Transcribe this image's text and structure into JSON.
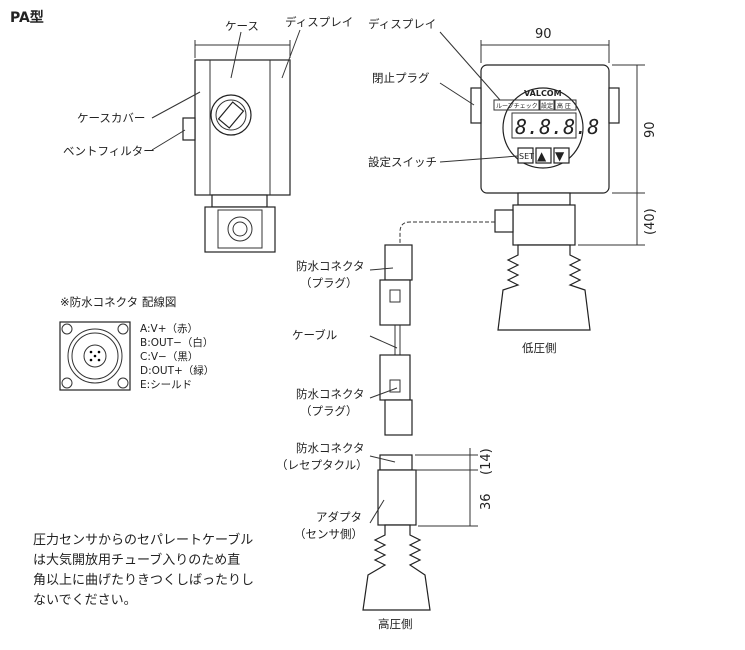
{
  "title": "PA型",
  "side_view": {
    "case": "ケース",
    "display": "ディスプレイ",
    "case_cover": "ケースカバー",
    "vent_filter": "ベントフィルター"
  },
  "front_view": {
    "display": "ディスプレイ",
    "stop_plug": "閉止プラグ",
    "setting_switch": "設定スイッチ",
    "width_dim": "90",
    "height_dim": "90",
    "lower_dim": "(40)",
    "low_pressure_side": "低圧側",
    "panel": {
      "brand": "VALCOM",
      "loop_check": "ループチェック",
      "setting": "設定",
      "high_low": "高 圧",
      "digits": "8.8.8.8",
      "set_button": "SET",
      "up_button": "▲",
      "down_button": "▼"
    }
  },
  "cable_assembly": {
    "connector_plug_1": "防水コネクタ",
    "plug_1_sub": "（プラグ）",
    "cable": "ケーブル",
    "connector_plug_2": "防水コネクタ",
    "plug_2_sub": "（プラグ）",
    "connector_receptacle": "防水コネクタ",
    "receptacle_sub": "（レセプタクル）",
    "adapter": "アダプタ",
    "adapter_sub": "（センサ側）",
    "dim_14": "(14)",
    "dim_36": "36",
    "high_pressure_side": "高圧側"
  },
  "wiring": {
    "title": "※防水コネクタ 配線図",
    "pins": [
      "A:V+（赤）",
      "B:OUT−（白）",
      "C:V−（黒）",
      "D:OUT+（緑）",
      "E:シールド"
    ]
  },
  "note": [
    "圧力センサからのセパレートケーブル",
    "は大気開放用チューブ入りのため直",
    "角以上に曲げたりきつくしばったりし",
    "ないでください。"
  ]
}
